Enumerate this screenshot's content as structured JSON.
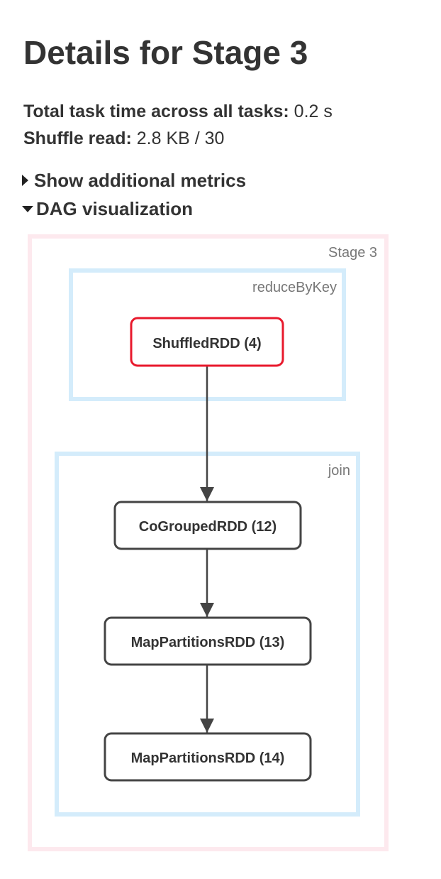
{
  "page": {
    "title": "Details for Stage 3"
  },
  "summary": {
    "total_task_time_label": "Total task time across all tasks:",
    "total_task_time_value": "0.2 s",
    "shuffle_read_label": "Shuffle read:",
    "shuffle_read_value": "2.8 KB / 30"
  },
  "toggles": {
    "additional_metrics": "Show additional metrics",
    "dag_visualization": "DAG visualization"
  },
  "dag": {
    "stage_label": "Stage 3",
    "clusters": [
      {
        "label": "reduceByKey"
      },
      {
        "label": "join"
      }
    ],
    "nodes": [
      {
        "label": "ShuffledRDD (4)",
        "cached": true
      },
      {
        "label": "CoGroupedRDD (12)",
        "cached": false
      },
      {
        "label": "MapPartitionsRDD (13)",
        "cached": false
      },
      {
        "label": "MapPartitionsRDD (14)",
        "cached": false
      }
    ],
    "colors": {
      "stage_border": "#fde9ee",
      "cluster_border": "#d4ecfb",
      "node_border": "#444444",
      "cached_node_border": "#e8192c",
      "edge": "#444444",
      "cluster_label": "#777777"
    }
  }
}
